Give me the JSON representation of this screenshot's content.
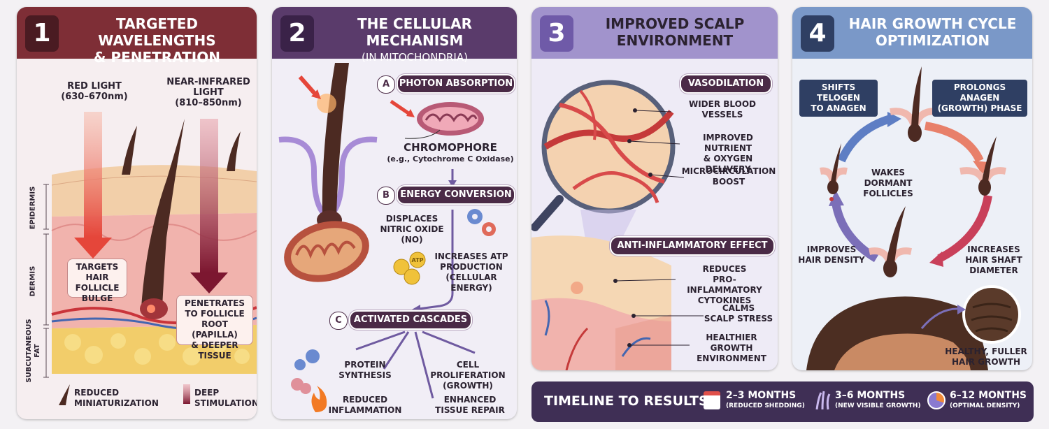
{
  "panel1": {
    "number": "1",
    "title_line1": "TARGETED WAVELENGTHS",
    "title_line2": "& PENETRATION",
    "red_light_line1": "RED LIGHT",
    "red_light_line2": "(630–670nm)",
    "nir_line1": "NEAR-INFRARED",
    "nir_line2": "LIGHT",
    "nir_line3": "(810–850nm)",
    "layer_epidermis": "EPIDERMIS",
    "layer_dermis": "DERMIS",
    "layer_fat_line1": "SUBCUTANEOUS",
    "layer_fat_line2": "FAT",
    "targets_line1": "TARGETS",
    "targets_line2": "HAIR FOLLICLE",
    "targets_line3": "BULGE",
    "penetrates_line1": "PENETRATES",
    "penetrates_line2": "TO FOLLICLE",
    "penetrates_line3": "ROOT (PAPILLA)",
    "penetrates_line4": "& DEEPER TISSUE",
    "legend_reduced_line1": "REDUCED",
    "legend_reduced_line2": "MINIATURIZATION",
    "legend_deep_line1": "DEEP",
    "legend_deep_line2": "STIMULATION"
  },
  "panel2": {
    "number": "2",
    "title_line1": "THE CELLULAR MECHANISM",
    "title_line2": "(IN MITOCHONDRIA)",
    "step_a_letter": "A",
    "step_a": "PHOTON ABSORPTION",
    "chromophore": "CHROMOPHORE",
    "chromophore_sub": "(e.g., Cytochrome C Oxidase)",
    "step_b_letter": "B",
    "step_b": "ENERGY CONVERSION",
    "displaces_line1": "DISPLACES",
    "displaces_line2": "NITRIC OXIDE",
    "displaces_line3": "(NO)",
    "atp_label": "ATP",
    "atp_line1": "INCREASES ATP",
    "atp_line2": "PRODUCTION",
    "atp_line3": "(CELLULAR ENERGY)",
    "step_c_letter": "C",
    "step_c": "ACTIVATED CASCADES",
    "protein_line1": "PROTEIN",
    "protein_line2": "SYNTHESIS",
    "prolif_line1": "CELL PROLIFERATION",
    "prolif_line2": "(GROWTH)",
    "inflam_line1": "REDUCED",
    "inflam_line2": "INFLAMMATION",
    "repair_line1": "ENHANCED",
    "repair_line2": "TISSUE REPAIR"
  },
  "panel3": {
    "number": "3",
    "title_line1": "IMPROVED SCALP",
    "title_line2": "ENVIRONMENT",
    "vasodilation": "VASODILATION",
    "wider_line1": "WIDER BLOOD",
    "wider_line2": "VESSELS",
    "nutrient_line1": "IMPROVED NUTRIENT",
    "nutrient_line2": "& OXYGEN DELIVERY",
    "micro_line1": "MICROCIRCULATION",
    "micro_line2": "BOOST",
    "anti": "ANTI-INFLAMMATORY EFFECT",
    "reduces_line1": "REDUCES",
    "reduces_line2": "PRO-INFLAMMATORY",
    "reduces_line3": "CYTOKINES",
    "calms_line1": "CALMS",
    "calms_line2": "SCALP STRESS",
    "healthier_line1": "HEALTHIER",
    "healthier_line2": "GROWTH",
    "healthier_line3": "ENVIRONMENT"
  },
  "panel4": {
    "number": "4",
    "title_line1": "HAIR GROWTH CYCLE",
    "title_line2": "OPTIMIZATION",
    "shifts_line1": "SHIFTS TELOGEN",
    "shifts_line2": "TO ANAGEN",
    "prolongs_line1": "PROLONGS ANAGEN",
    "prolongs_line2": "(GROWTH) PHASE",
    "wakes_line1": "WAKES",
    "wakes_line2": "DORMANT",
    "wakes_line3": "FOLLICLES",
    "density_line1": "IMPROVES",
    "density_line2": "HAIR DENSITY",
    "shaft_line1": "INCREASES",
    "shaft_line2": "HAIR SHAFT",
    "shaft_line3": "DIAMETER",
    "healthy_line1": "HEALTHY, FULLER",
    "healthy_line2": "HAIR GROWTH"
  },
  "timeline": {
    "title": "TIMELINE TO RESULTS",
    "items": [
      {
        "period": "2–3 MONTHS",
        "note": "(REDUCED SHEDDING)"
      },
      {
        "period": "3–6 MONTHS",
        "note": "(NEW VISIBLE GROWTH)"
      },
      {
        "period": "6–12 MONTHS",
        "note": "(OPTIMAL DENSITY)"
      }
    ]
  },
  "colors": {
    "panel1_header": "#7e2e36",
    "panel2_header": "#5a3b6b",
    "panel3_header": "#a193cc",
    "panel4_header": "#7a98c8",
    "pill_dark": "#4a2a46",
    "red_beam": "#e5463a",
    "nir_beam": "#8a1c32",
    "timeline_bg": "#3f2f55"
  }
}
